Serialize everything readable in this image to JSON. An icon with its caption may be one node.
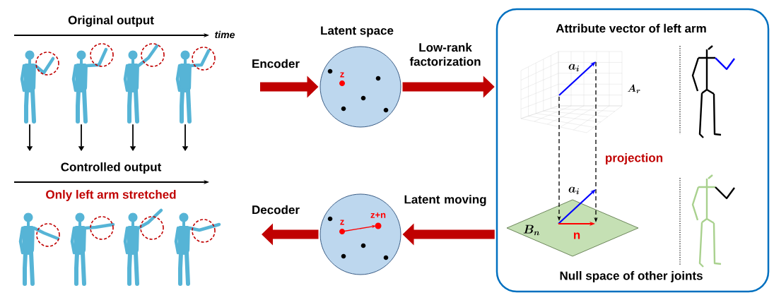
{
  "diagram": {
    "nodes": [
      {
        "text": [],
        "shape": "person"
      },
      {
        "text": [],
        "shape": "person"
      },
      {
        "text": [],
        "shape": "person"
      },
      {
        "text": [],
        "shape": "person"
      },
      {
        "text": [],
        "shape": "person"
      },
      {
        "text": [],
        "shape": "person"
      },
      {
        "text": [],
        "shape": "person"
      },
      {
        "text": [],
        "shape": "person"
      },
      {
        "text": [
          "Latent space",
          "z"
        ]
      },
      {
        "text": [
          "z",
          "z+n"
        ]
      },
      {
        "text": [
          "Attribute vector of left arm",
          "Null space of other joints"
        ]
      }
    ],
    "edges": [
      {
        "from": 0,
        "to": null,
        "arrow": "to"
      },
      {
        "from": 1,
        "to": null,
        "arrow": "to"
      },
      {
        "from": 2,
        "to": null,
        "arrow": "to"
      },
      {
        "from": 3,
        "to": null,
        "arrow": "to"
      },
      {
        "from": null,
        "to": 8,
        "arrow": "to",
        "label": "Encoder",
        "style": "thick",
        "color": "#c00000"
      },
      {
        "from": 8,
        "to": 10,
        "arrow": "to",
        "label": "Low-rank factorization",
        "style": "thick",
        "color": "#c00000"
      },
      {
        "from": 10,
        "to": 9,
        "arrow": "to",
        "label": "Latent moving",
        "style": "thick",
        "color": "#c00000"
      },
      {
        "from": 9,
        "to": null,
        "arrow": "to",
        "label": "Decoder",
        "style": "thick",
        "color": "#c00000"
      }
    ],
    "labels": [
      "Original output",
      "time",
      "Controlled output",
      "Only left arm stretched",
      "a_i",
      "A_r",
      "projection",
      "a_i",
      "B_n",
      "n"
    ]
  }
}
